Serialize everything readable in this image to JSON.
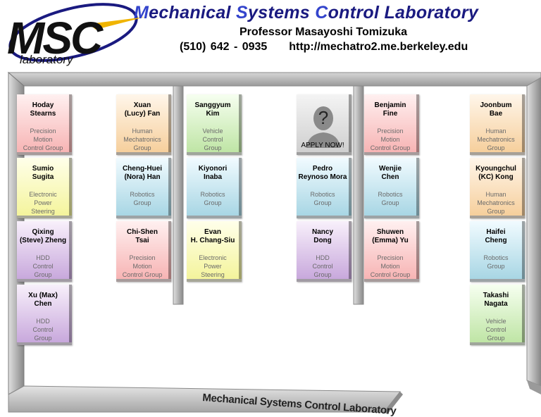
{
  "header": {
    "logo_text": "MSC",
    "logo_sub": "laboratory",
    "title_parts": [
      {
        "text": "M",
        "cap": true
      },
      {
        "text": "echanical ",
        "cap": false
      },
      {
        "text": "S",
        "cap": true
      },
      {
        "text": "ystems ",
        "cap": false
      },
      {
        "text": "C",
        "cap": true
      },
      {
        "text": "ontrol Laboratory",
        "cap": false
      }
    ],
    "professor": "Professor Masayoshi Tomizuka",
    "phone": "(510) 642 - 0935",
    "url": "http://mechatro2.me.berkeley.edu"
  },
  "base_label": "Mechanical Systems Control Laboratory",
  "colors": {
    "pink": "#f7b4b4",
    "orange": "#f6cf9c",
    "green": "#bfe5a5",
    "yellow": "#f4f49c",
    "blue": "#a8d6e4",
    "purple": "#c8a8dc",
    "title_blue": "#1a1a80"
  },
  "cards": [
    {
      "id": "hoday-stearns",
      "name": "Hoday\nStearns",
      "group": "Precision\nMotion\nControl Group",
      "color": "pink"
    },
    {
      "id": "sumio-sugita",
      "name": "Sumio\nSugita",
      "group": "Electronic\nPower\nSteering",
      "color": "yellow"
    },
    {
      "id": "qixing-zheng",
      "name": "Qixing\n(Steve) Zheng",
      "group": "HDD\nControl\nGroup",
      "color": "purple"
    },
    {
      "id": "xu-chen",
      "name": "Xu (Max)\nChen",
      "group": "HDD\nControl\nGroup",
      "color": "purple"
    },
    {
      "id": "xuan-fan",
      "name": "Xuan\n(Lucy) Fan",
      "group": "Human\nMechatronics\nGroup",
      "color": "orange"
    },
    {
      "id": "cheng-huei-han",
      "name": "Cheng-Huei\n(Nora) Han",
      "group": "Robotics\nGroup",
      "color": "blue"
    },
    {
      "id": "chi-shen-tsai",
      "name": "Chi-Shen\nTsai",
      "group": "Precision\nMotion\nControl Group",
      "color": "pink"
    },
    {
      "id": "sanggyum-kim",
      "name": "Sanggyum\nKim",
      "group": "Vehicle\nControl\nGroup",
      "color": "green"
    },
    {
      "id": "kiyonori-inaba",
      "name": "Kiyonori\nInaba",
      "group": "Robotics\nGroup",
      "color": "blue"
    },
    {
      "id": "evan-chang-siu",
      "name": "Evan\nH. Chang-Siu",
      "group": "Electronic\nPower\nSteering",
      "color": "yellow"
    },
    {
      "id": "apply-now",
      "name": "",
      "group": "",
      "color": "grey",
      "apply": "APPLY NOW!"
    },
    {
      "id": "pedro-reynoso-mora",
      "name": "Pedro\nReynoso Mora",
      "group": "Robotics\nGroup",
      "color": "blue"
    },
    {
      "id": "nancy-dong",
      "name": "Nancy\nDong",
      "group": "HDD\nControl\nGroup",
      "color": "purple"
    },
    {
      "id": "benjamin-fine",
      "name": "Benjamin\nFine",
      "group": "Precision\nMotion\nControl Group",
      "color": "pink"
    },
    {
      "id": "wenjie-chen",
      "name": "Wenjie\nChen",
      "group": "Robotics\nGroup",
      "color": "blue"
    },
    {
      "id": "shuwen-yu",
      "name": "Shuwen\n(Emma) Yu",
      "group": "Precision\nMotion\nControl Group",
      "color": "pink"
    },
    {
      "id": "joonbum-bae",
      "name": "Joonbum\nBae",
      "group": "Human\nMechatronics\nGroup",
      "color": "orange"
    },
    {
      "id": "kyoungchul-kong",
      "name": "Kyoungchul\n(KC) Kong",
      "group": "Human\nMechatronics\nGroup",
      "color": "orange"
    },
    {
      "id": "haifei-cheng",
      "name": "Haifei\nCheng",
      "group": "Robotics\nGroup",
      "color": "blue"
    },
    {
      "id": "takashi-nagata",
      "name": "Takashi\nNagata",
      "group": "Vehicle\nControl\nGroup",
      "color": "green"
    }
  ]
}
